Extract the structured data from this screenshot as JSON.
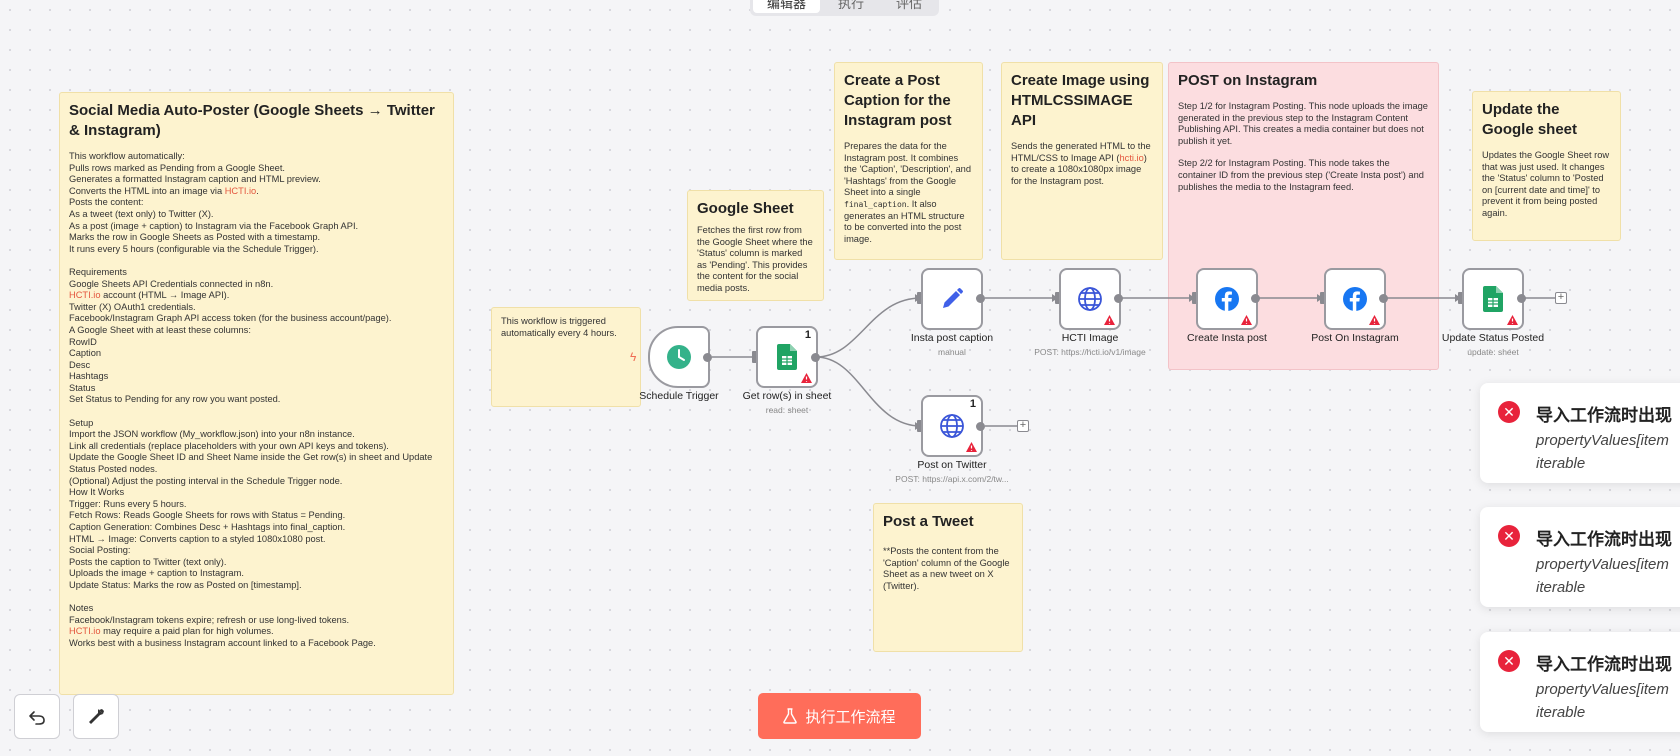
{
  "tabs": [
    "编辑器",
    "执行",
    "评估"
  ],
  "notes": {
    "main": {
      "title": "Social Media Auto-Poster (Google Sheets → Twitter & Instagram)",
      "body1": "This workflow automatically:\nPulls rows marked as Pending from a Google Sheet.\nGenerates a formatted Instagram caption and HTML preview.\nConverts the HTML into an image via ",
      "link1": "HCTI.io",
      "body2": ".\nPosts the content:\nAs a tweet (text only) to Twitter (X).\nAs a post (image + caption) to Instagram via the Facebook Graph API.\nMarks the row in Google Sheets as Posted with a timestamp.\nIt runs every 5 hours (configurable via the Schedule Trigger).\n\nRequirements\nGoogle Sheets API Credentials connected in n8n.\n",
      "link2": "HCTI.io",
      "body3": " account (HTML → Image API).\nTwitter (X) OAuth1 credentials.\nFacebook/Instagram Graph API access token (for the business account/page).\nA Google Sheet with at least these columns:\nRowID\nCaption\nDesc\nHashtags\nStatus\nSet Status to Pending for any row you want posted.\n\nSetup\nImport the JSON workflow (My_workflow.json) into your n8n instance.\nLink all credentials (replace placeholders with your own API keys and tokens).\nUpdate the Google Sheet ID and Sheet Name inside the Get row(s) in sheet and Update Status Posted nodes.\n(Optional) Adjust the posting interval in the Schedule Trigger node.\nHow It Works\nTrigger: Runs every 5 hours.\nFetch Rows: Reads Google Sheets for rows with Status = Pending.\nCaption Generation: Combines Desc + Hashtags into final_caption.\nHTML → Image: Converts caption to a styled 1080x1080 post.\nSocial Posting:\nPosts the caption to Twitter (text only).\nUploads the image + caption to Instagram.\nUpdate Status: Marks the row as Posted on [timestamp].\n\nNotes\nFacebook/Instagram tokens expire; refresh or use long-lived tokens.\n",
      "link3": "HCTI.io",
      "body4": " may require a paid plan for high volumes.\nWorks best with a business Instagram account linked to a Facebook Page."
    },
    "trigger": {
      "body": "This workflow is triggered automatically every 4 hours."
    },
    "gsheet": {
      "title": "Google Sheet",
      "body": "Fetches the first row from the Google Sheet where the 'Status' column is marked as 'Pending'. This provides the content for the social media posts."
    },
    "caption": {
      "title": "Create a Post Caption for the Instagram post",
      "body1": "Prepares the data for the Instagram post. It combines the 'Caption', 'Description', and 'Hashtags' from the Google Sheet into a single ",
      "code": "final_caption",
      "body2": ". It also generates an HTML structure to be converted into the post image."
    },
    "image": {
      "title": "Create Image using HTMLCSSIMAGE API",
      "body1": "Sends the generated HTML to the HTML/CSS to Image API (",
      "link": "hcti.io",
      "body2": ") to create a 1080x1080px image for the Instagram post."
    },
    "instagram": {
      "title": "POST on Instagram",
      "body1": "Step 1/2 for Instagram Posting. This node uploads the image generated in the previous step to the Instagram Content Publishing API. This creates a media container but does not publish it yet.",
      "body2": "Step 2/2 for Instagram Posting. This node takes the container ID from the previous step ('Create Insta post') and publishes the media to the Instagram feed."
    },
    "update": {
      "title": "Update the Google sheet",
      "body": "Updates the Google Sheet row that was just used. It changes the 'Status' column to 'Posted on [current date and time]' to prevent it from being posted again."
    },
    "tweet": {
      "title": "Post a Tweet",
      "body": "**Posts the content from the 'Caption' column of the Google Sheet as a new tweet on X (Twitter)."
    }
  },
  "nodes": {
    "schedule": {
      "label": "Schedule Trigger",
      "icon": "clock-icon"
    },
    "getrows": {
      "label": "Get row(s) in sheet",
      "sub": "read: sheet",
      "count": "1",
      "icon": "google-sheets-icon"
    },
    "caption": {
      "label": "Insta post caption",
      "sub": "manual",
      "icon": "pencil-icon"
    },
    "hcti": {
      "label": "HCTI Image",
      "sub": "POST: https://hcti.io/v1/image",
      "icon": "globe-icon"
    },
    "createinsta": {
      "label": "Create Insta post",
      "icon": "facebook-icon"
    },
    "postinsta": {
      "label": "Post On Instagram",
      "icon": "facebook-icon"
    },
    "updatestatus": {
      "label": "Update Status Posted",
      "sub": "update: sheet",
      "icon": "google-sheets-icon"
    },
    "twitter": {
      "label": "Post on Twitter",
      "sub": "POST: https://api.x.com/2/tw...",
      "count": "1",
      "icon": "globe-icon"
    }
  },
  "toasts": [
    {
      "title": "导入工作流时出现",
      "message": "propertyValues[item\niterable"
    },
    {
      "title": "导入工作流时出现",
      "message": "propertyValues[item\niterable"
    },
    {
      "title": "导入工作流时出现",
      "message": "propertyValues[item\niterable"
    }
  ],
  "run_button": "执行工作流程",
  "colors": {
    "accent": "#ff6d5a",
    "error": "#e8233b",
    "note": "#fdf3cf",
    "note_pink": "#fcdde0"
  }
}
